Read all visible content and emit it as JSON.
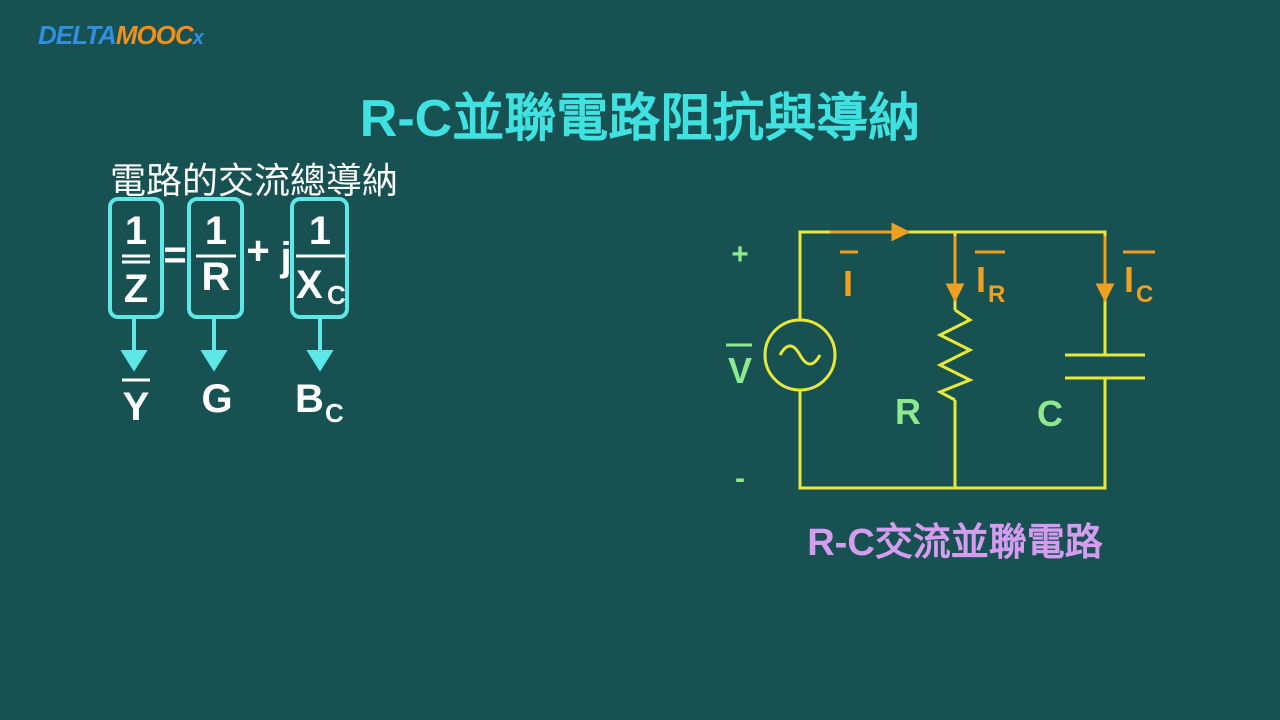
{
  "logo": {
    "part1": "DELTA",
    "part2": "MOOC",
    "part3": "x"
  },
  "title": "R-C並聯電路阻抗與導納",
  "subtitle": "電路的交流總導納",
  "formula": {
    "one": "1",
    "z": "Z",
    "equals": "=",
    "r": "R",
    "plus": "+",
    "j": "j",
    "x": "X",
    "c_sub": "C",
    "y": "Y",
    "g": "G",
    "b": "B"
  },
  "circuit": {
    "plus": "+",
    "minus": "-",
    "v": "V",
    "i": "I",
    "ir": "I",
    "r_sub": "R",
    "ic": "I",
    "c_sub": "C",
    "resistor": "R",
    "capacitor": "C",
    "caption": "R-C交流並聯電路"
  },
  "colors": {
    "background": "#175152",
    "title": "#3fe2e0",
    "wire": "#e8e83a",
    "current": "#f0a020",
    "label": "#8ee88e",
    "caption": "#d59cf0",
    "box": "#5fe6e6"
  }
}
